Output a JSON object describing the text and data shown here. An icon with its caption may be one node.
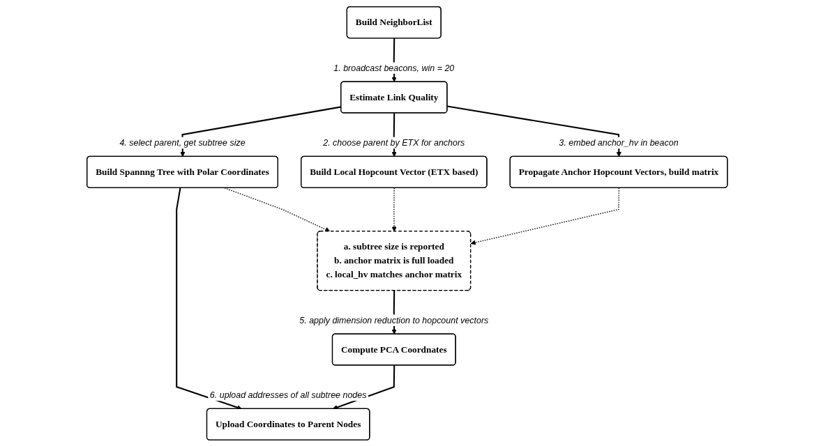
{
  "diagram": {
    "nodes": [
      {
        "text": [
          "Build NeighborList"
        ]
      },
      {
        "text": [
          "Estimate Link Quality"
        ],
        "beside": [
          "1. broadcast beacons, win = 20"
        ]
      },
      {
        "text": [
          "Build Spannng Tree with Polar Coordinates"
        ],
        "beside": [
          "4. select parent, get subtree size"
        ]
      },
      {
        "text": [
          "Build Local Hopcount Vector (ETX based)"
        ],
        "beside": [
          "2. choose parent by ETX for anchors"
        ]
      },
      {
        "text": [
          "Propagate Anchor Hopcount Vectors, build matrix"
        ],
        "beside": [
          "3. embed anchor_hv in beacon"
        ]
      },
      {
        "text": [
          "a. subtree size is reported",
          "b. anchor matrix is full loaded",
          "c. local_hv matches anchor matrix"
        ]
      },
      {
        "text": [
          "Upload Coordinates to Parent Nodes"
        ],
        "beside": [
          "6. upload addresses of all subtree nodes"
        ]
      },
      {
        "text": [
          "Compute PCA Coordnates"
        ],
        "beside": [
          "5. apply dimension reduction to hopcount vectors"
        ]
      }
    ],
    "edges": [
      {
        "from": 0,
        "to": 1,
        "arrow": "to"
      },
      {
        "from": 1,
        "to": 2,
        "arrow": "to"
      },
      {
        "from": 1,
        "to": 3,
        "arrow": "to"
      },
      {
        "from": 1,
        "to": 4,
        "arrow": "to"
      },
      {
        "from": 2,
        "to": 5,
        "arrow": "to",
        "style": "dashed"
      },
      {
        "from": 3,
        "to": 5,
        "arrow": "to",
        "style": "dashed"
      },
      {
        "from": 4,
        "to": 5,
        "arrow": "to",
        "style": "dashed"
      },
      {
        "from": 2,
        "to": 6,
        "arrow": "to"
      },
      {
        "from": 5,
        "to": 7,
        "arrow": "to"
      },
      {
        "from": 7,
        "to": 6,
        "arrow": "to"
      }
    ]
  }
}
